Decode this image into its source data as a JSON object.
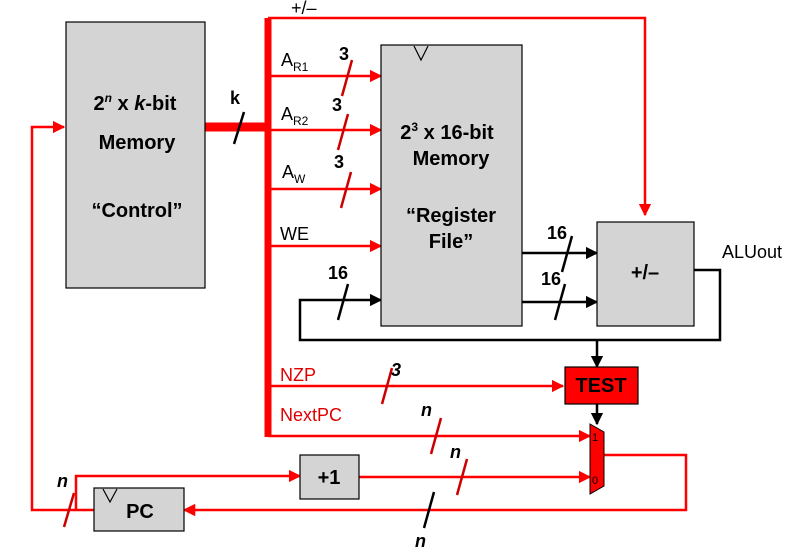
{
  "control_memory": {
    "title_sup": "n",
    "title_rest": " x ",
    "title_k": "k",
    "title_bit": "-bit",
    "line2": "Memory",
    "line3": "“Control”"
  },
  "register_file": {
    "line1_base": "2",
    "line1_sup": "3",
    "line1_rest": " x 16-bit",
    "line2": "Memory",
    "line3": "“Register",
    "line4": "File”"
  },
  "alu": {
    "label": "+/–",
    "output_label": "ALUout"
  },
  "test_unit": {
    "label": "TEST"
  },
  "incrementer": {
    "label": "+1"
  },
  "pc": {
    "label": "PC"
  },
  "mux": {
    "input1": "1",
    "input0": "0"
  },
  "control_bus_width": "k",
  "signals": {
    "alu_op": "+/–",
    "ar1": "A",
    "ar1_sub": "R1",
    "ar2": "A",
    "ar2_sub": "R2",
    "aw": "A",
    "aw_sub": "W",
    "we": "WE",
    "nzp": "NZP",
    "nextpc": "NextPC"
  },
  "bit_widths": {
    "ar1": "3",
    "ar2": "3",
    "aw": "3",
    "wdata": "16",
    "rdata_top": "16",
    "rdata_bottom": "16",
    "nzp": "3",
    "nextpc": "n",
    "inc_out": "n",
    "pc_in": "n",
    "pc_out": "n"
  },
  "colors": {
    "control_wire": "#ff0000",
    "datapath_wire": "#000000",
    "test_fill": "#ff0000",
    "mux_fill": "#ff0000",
    "box_fill": "#d4d4d4"
  }
}
